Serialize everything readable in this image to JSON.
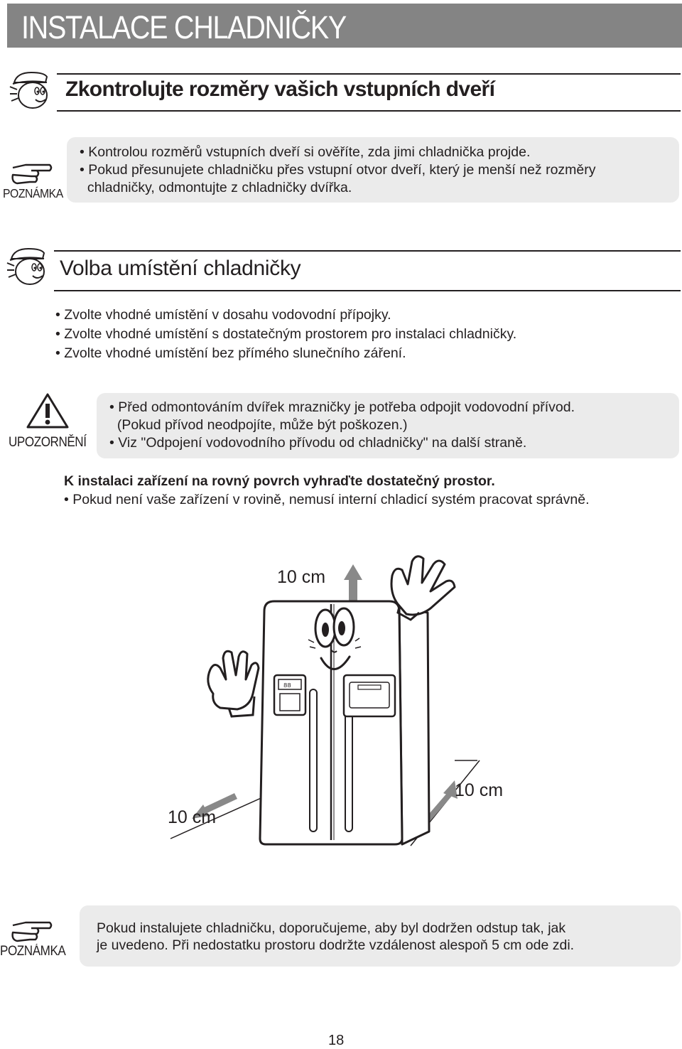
{
  "header": {
    "title": "INSTALACE CHLADNIČKY"
  },
  "section1": {
    "title": "Zkontrolujte rozměry vašich vstupních dveří",
    "note_label": "POZNÁMKA",
    "lines": [
      "• Kontrolou rozměrů vstupních dveří si ověříte, zda jimi chladnička projde.",
      "• Pokud přesunujete chladničku přes vstupní otvor dveří, který je menší než rozměry",
      "  chladničky, odmontujte z chladničky dvířka."
    ]
  },
  "section2": {
    "title": "Volba umístění chladničky",
    "bullets": [
      "• Zvolte vhodné umístění v dosahu vodovodní přípojky.",
      "• Zvolte vhodné umístění s dostatečným prostorem pro instalaci chladničky.",
      "• Zvolte vhodné umístění bez přímého slunečního záření."
    ],
    "warning_label": "UPOZORNĚNÍ",
    "warning_lines": [
      "• Před odmontováním dvířek mrazničky je potřeba odpojit vodovodní přívod.",
      "  (Pokud přívod neodpojíte, může být poškozen.)",
      "• Viz \"Odpojení vodovodního přívodu od chladničky\" na další straně."
    ],
    "level_heading": "K instalaci zařízení na rovný povrch vyhraďte dostatečný prostor.",
    "level_line": "• Pokud není vaše zařízení v rovině, nemusí interní chladicí systém pracovat správně."
  },
  "diagram": {
    "top_clearance": "10 cm",
    "side_clearance": "10 cm",
    "back_clearance": "10 cm",
    "panel_digits": "88"
  },
  "note2": {
    "label": "POZNÁMKA",
    "lines": [
      "Pokud instalujete chladničku, doporučujeme, aby byl dodržen odstup tak, jak",
      "je uvedeno. Při nedostatku prostoru dodržte vzdálenost alespoň 5 cm ode zdi."
    ]
  },
  "footer": {
    "page_number": "18"
  }
}
